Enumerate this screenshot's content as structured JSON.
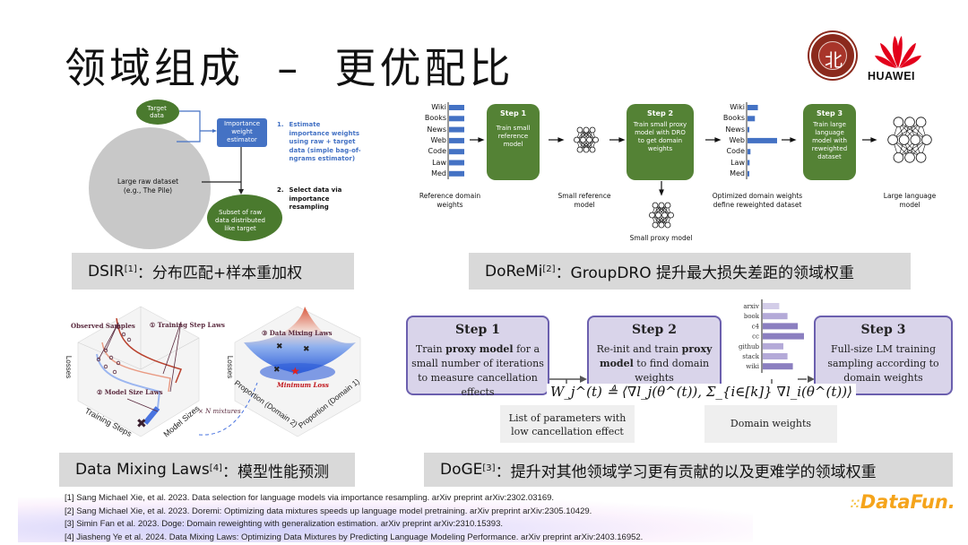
{
  "title": "领域组成  –  更优配比",
  "logos": {
    "pku": "Peking University",
    "pku_glyph": "北",
    "huawei": "HUAWEI",
    "datafun": "DataFun."
  },
  "dsir": {
    "target_data": "Target data",
    "estimator": "Importance weight estimator",
    "raw_dataset_line1": "Large raw dataset",
    "raw_dataset_line2": "(e.g., The Pile)",
    "subset": "Subset of raw data distributed like target",
    "step1_num": "1.",
    "step1_lines": [
      "Estimate",
      "importance weights",
      "using raw + target",
      "data (simple bag-of-",
      "ngrams estimator)"
    ],
    "step2_num": "2.",
    "step2_lines": [
      "Select data via",
      "importance",
      "resampling"
    ],
    "caption_main": "DSIR",
    "caption_ref": "[1]",
    "caption_rest": "：分布匹配+样本重加权"
  },
  "doremi": {
    "domains": [
      "Wiki",
      "Books",
      "News",
      "Web",
      "Code",
      "Law",
      "Med"
    ],
    "reference_weights": [
      1,
      1,
      1,
      1,
      1,
      1,
      1
    ],
    "optimized_weights": [
      0.35,
      0.25,
      0.05,
      1.0,
      0.1,
      0.07,
      0.06
    ],
    "ref_label": [
      "Reference domain",
      "weights"
    ],
    "step1_title": "Step 1",
    "step1_body": "Train small reference model",
    "small_ref_label": [
      "Small reference",
      "model"
    ],
    "step2_title": "Step 2",
    "step2_body": "Train small proxy model with DRO to get domain weights",
    "proxy_label": "Small proxy model",
    "opt_label": [
      "Optimized domain weights",
      "define reweighted dataset"
    ],
    "step3_title": "Step 3",
    "step3_body": "Train large language model with reweighted dataset",
    "llm_label": [
      "Large language",
      "model"
    ],
    "caption_main": "DoReMi",
    "caption_ref": "[2]",
    "caption_rest": "：GroupDRO 提升最大损失差距的领域权重"
  },
  "mixing": {
    "observed": "Observed Samples",
    "law1": "① Training Step Laws",
    "law2": "② Model Size Laws",
    "law3": "③ Data Mixing Laws",
    "losses": "Losses",
    "training_steps": "Training Steps",
    "model_sizes": "Model Sizes",
    "n_mixtures": "× N mixtures",
    "min_loss": "Minimum Loss",
    "prop2": "Proportion (Domain 2)",
    "prop1": "Proportion (Domain 1)",
    "caption_main": "Data Mixing Laws",
    "caption_ref": "[4]",
    "caption_rest": "：模型性能预测"
  },
  "doge": {
    "step1_title": "Step 1",
    "step1_body_a": "Train ",
    "step1_body_b": "proxy model",
    "step1_body_c": " for a small number of iterations to measure cancellation effects",
    "step2_title": "Step 2",
    "step2_body_a": "Re-init and train ",
    "step2_body_b": "proxy model",
    "step2_body_c": " to find domain weights",
    "step3_title": "Step 3",
    "step3_body": "Full-size LM training sampling according to domain weights",
    "formula": "W_j^(t) ≜ ⟨∇l_j(θ^(t)), Σ_{i∈[k]} ∇l_i(θ^(t))⟩",
    "param_list": "List of parameters with low cancellation effect",
    "domain_weights_label": "Domain weights",
    "domains": [
      "arxiv",
      "book",
      "c4",
      "cc",
      "github",
      "stack",
      "wiki"
    ],
    "weights": [
      0.4,
      0.6,
      0.85,
      1.0,
      0.5,
      0.6,
      0.73
    ],
    "caption_main": "DoGE",
    "caption_ref": "[3]",
    "caption_rest": "：提升对其他领域学习更有贡献的以及更难学的领域权重"
  },
  "references": [
    "[1] Sang Michael Xie, et al. 2023. Data selection for language models via importance resampling. arXiv preprint arXiv:2302.03169.",
    "[2] Sang Michael Xie, et al. 2023. Doremi: Optimizing data mixtures speeds up language model pretraining. arXiv preprint arXiv:2305.10429.",
    "[3] Simin Fan et al. 2023. Doge: Domain reweighting with generalization estimation. arXiv preprint arXiv:2310.15393.",
    "[4] Jiasheng Ye et al. 2024. Data Mixing Laws: Optimizing Data Mixtures by Predicting Language Modeling Performance. arXiv preprint arXiv:2403.16952."
  ]
}
